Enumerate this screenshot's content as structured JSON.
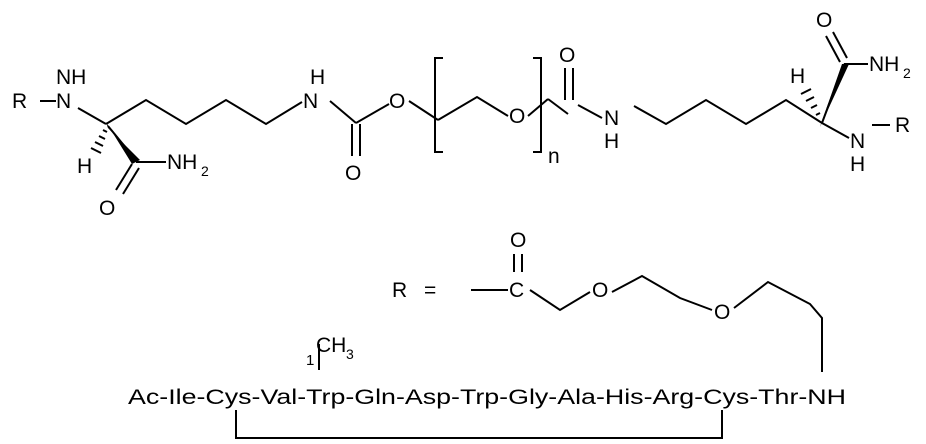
{
  "structure": {
    "labels": {
      "r": "R",
      "nh_top": "NH",
      "h": "H",
      "n": "N",
      "o": "O",
      "nh2": "NH",
      "nh2_sub": "2",
      "n_repeat": "n",
      "equals": "=",
      "ch3": "CH",
      "ch3_sub": "3",
      "locant": "1"
    },
    "peptide": {
      "sequence": "Ac-Ile-Cys-Val-Trp-Gln-Asp-Trp-Gly-Ala-His-Arg-Cys-Thr-NH"
    }
  }
}
